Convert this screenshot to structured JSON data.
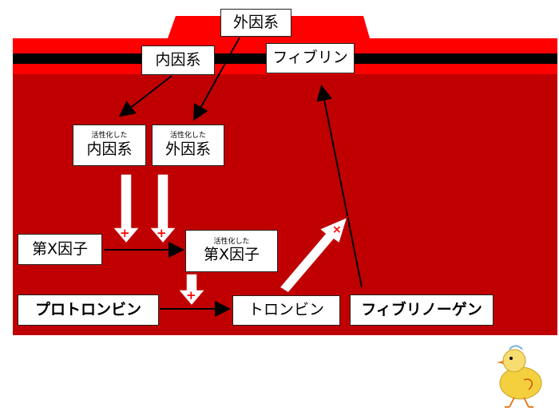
{
  "colors": {
    "band_red": "#ff0000",
    "panel_red": "#c00000",
    "stripe_black": "#000000",
    "plus_red": "#ff0000"
  },
  "labels": {
    "extrinsic": "外因系",
    "intrinsic": "内因系",
    "fibrin": "フィブリン",
    "activated_prefix": "活性化した",
    "activated_intrinsic": "内因系",
    "activated_extrinsic": "外因系",
    "factor_x": "第X因子",
    "activated_factor_x": "第X因子",
    "prothrombin": "プロトロンビン",
    "thrombin": "トロンビン",
    "fibrinogen": "フィブリノーゲン",
    "plus": "+",
    "times": "×"
  },
  "icons": {
    "chick": "chick-illustration"
  }
}
